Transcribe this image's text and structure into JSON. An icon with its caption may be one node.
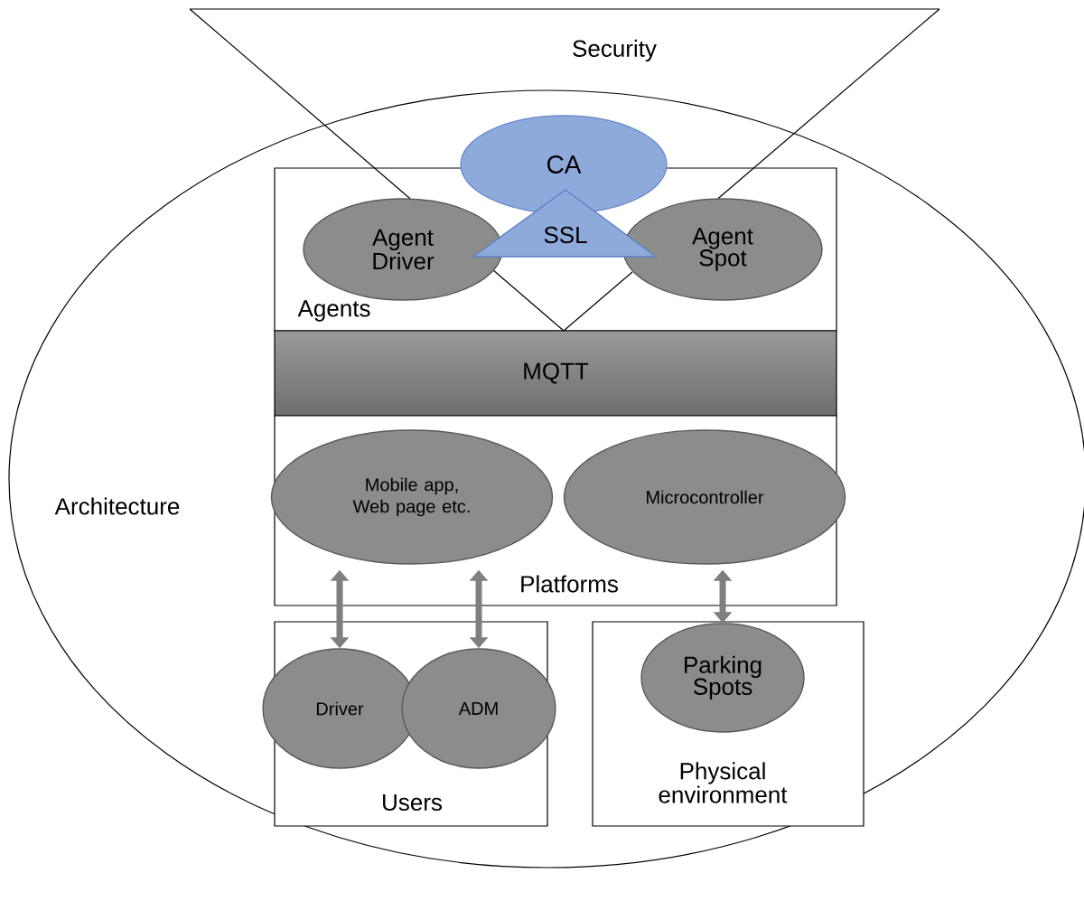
{
  "diagram": {
    "nodes": [
      {
        "text": [
          "Security"
        ]
      },
      {
        "text": [
          "Architecture"
        ]
      },
      {
        "text": [
          "Agents"
        ]
      },
      {
        "text": [
          "CA"
        ]
      },
      {
        "text": [
          "SSL"
        ],
        "in": 2
      },
      {
        "text": [
          "Agent Driver"
        ],
        "in": 2
      },
      {
        "text": [
          "Agent Spot"
        ],
        "in": 2
      },
      {
        "text": [
          "MQTT"
        ],
        "in": 1
      },
      {
        "text": [
          "Platforms"
        ],
        "in": 1
      },
      {
        "text": [
          "Mobile app, Web page etc."
        ],
        "in": 8
      },
      {
        "text": [
          "Microcontroller"
        ],
        "in": 8
      },
      {
        "text": [
          "Users"
        ],
        "in": 1
      },
      {
        "text": [
          "Driver"
        ],
        "in": 11
      },
      {
        "text": [
          "ADM"
        ],
        "in": 11
      },
      {
        "text": [
          "Physical environment"
        ],
        "in": 1
      },
      {
        "text": [
          "Parking Spots"
        ],
        "in": 14
      }
    ],
    "edges": [
      {
        "from": 9,
        "to": 12,
        "arrow": "both"
      },
      {
        "from": 9,
        "to": 13,
        "arrow": "both"
      },
      {
        "from": 10,
        "to": 15,
        "arrow": "both"
      }
    ]
  }
}
